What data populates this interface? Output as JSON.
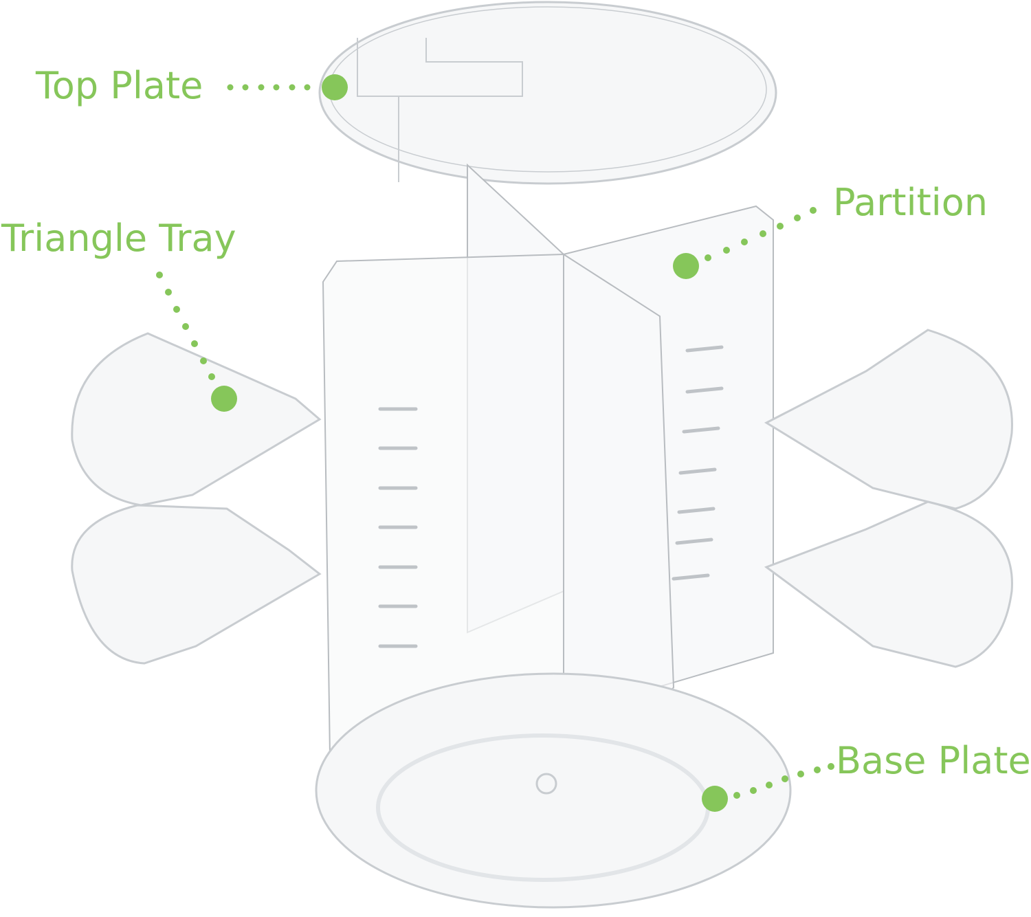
{
  "labels": {
    "top_plate": "Top Plate",
    "partition": "Partition",
    "triangle_tray": "Triangle Tray",
    "base_plate": "Base Plate"
  },
  "colors": {
    "accent": "#86c65a",
    "acrylic_edge": "#c8ccd0",
    "background": "#ffffff"
  }
}
